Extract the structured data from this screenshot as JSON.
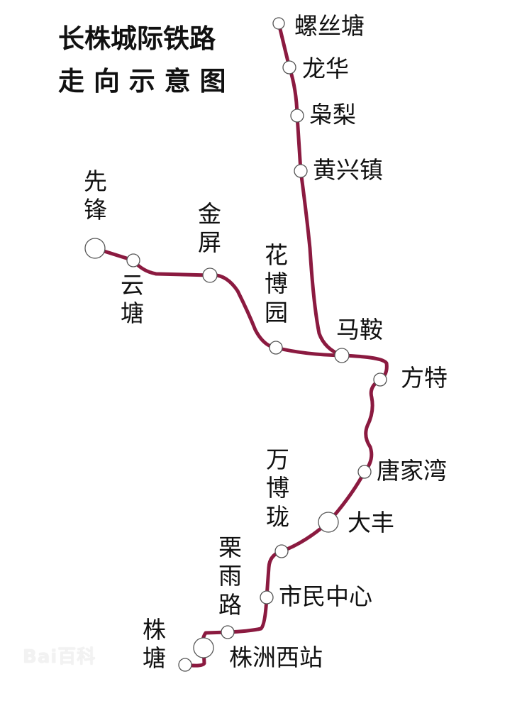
{
  "title": {
    "line1": "长株城际铁路",
    "line2": "走 向 示 意 图"
  },
  "line_color": "#8b1a40",
  "stations": {
    "luositang": "螺丝塘",
    "longhua": "龙华",
    "lili": "枭梨",
    "huangxingzhen": "黄兴镇",
    "maan": "马鞍",
    "xianfeng": "先锋",
    "yuntang": "云塘",
    "jinping": "金屏",
    "huaboyuan": "花博园",
    "fangte": "方特",
    "tangjiawan": "唐家湾",
    "dafeng": "大丰",
    "wanbolong": "万博珑",
    "liyulu": "栗雨路",
    "shiminzhongxin": "市民中心",
    "zhuzhouxizhan": "株洲西站",
    "zhutang": "株塘"
  },
  "watermark": "Bai百科"
}
